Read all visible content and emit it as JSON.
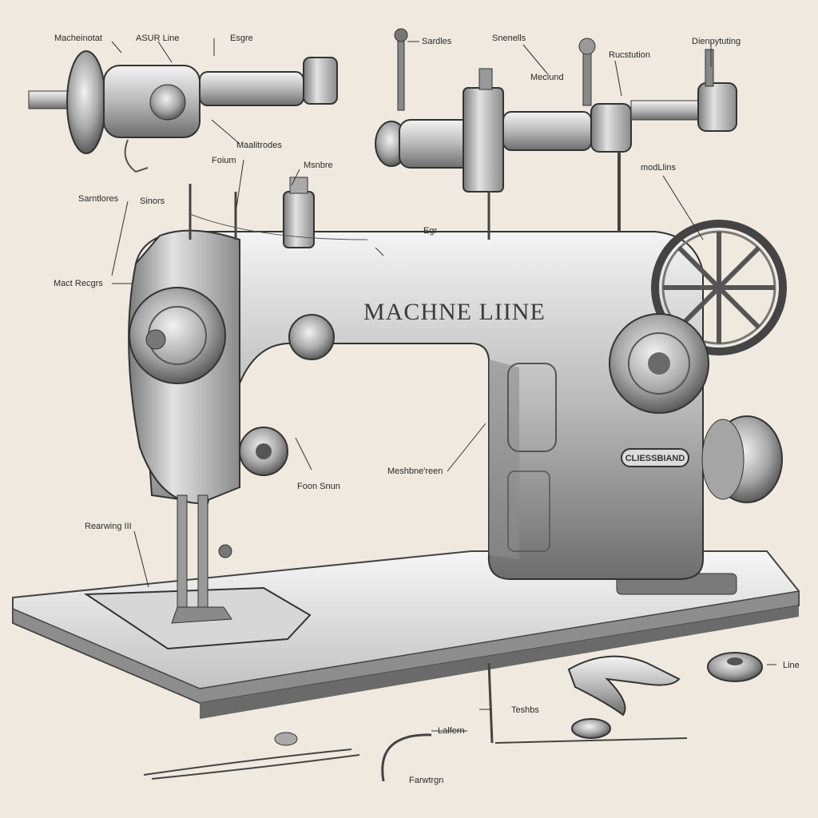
{
  "brand_text": "MACHNE LIINE",
  "badge_text": "CLIESSBIAND",
  "labels": {
    "top_left_1": "Macheinotat",
    "top_left_2": "ASUR Line",
    "top_left_3": "Esgre",
    "top_mid_1": "Sardles",
    "top_mid_2": "Snenells",
    "top_mid_3": "Meclund",
    "top_right_1": "Rucstution",
    "top_right_2": "Dienpytuting",
    "mid_1": "Maalitrodes",
    "mid_2": "Foium",
    "mid_3": "Msnbre",
    "mid_4": "Sarntlores",
    "mid_5": "Sinors",
    "mid_6": "Egr",
    "mid_7": "modLlins",
    "mid_8": "Mact Recgrs",
    "low_1": "Foon Snun",
    "low_2": "Meshbne'reen",
    "low_3": "Rearwing III",
    "bottom_1": "Line",
    "bottom_2": "Teshbs",
    "bottom_3": "Lalfern",
    "bottom_4": "Farwtrgn"
  },
  "colors": {
    "paper": "#efe9df",
    "ink": "#2a2a2a",
    "metal": "#9a9a9a"
  }
}
